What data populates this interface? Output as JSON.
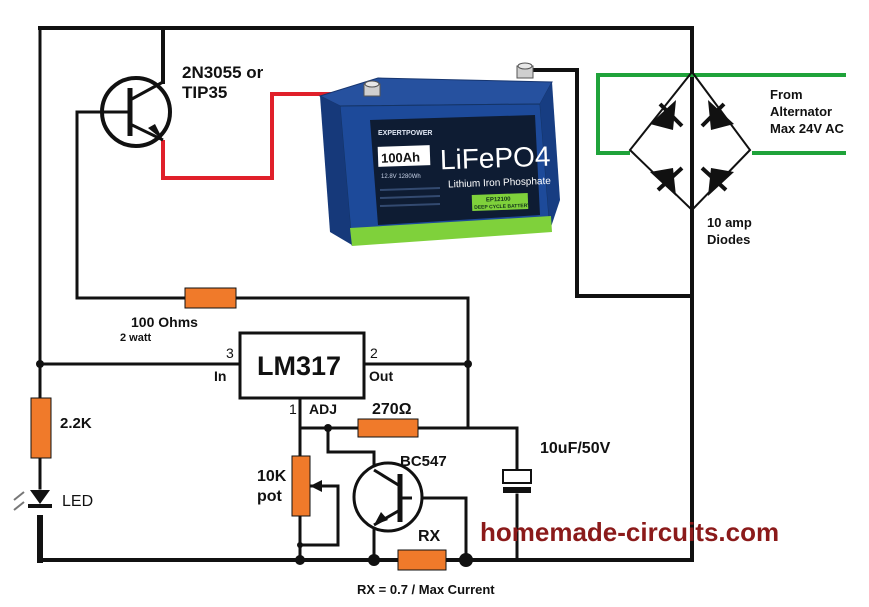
{
  "colors": {
    "wire": "#111111",
    "positive_wire": "#e0202a",
    "ac_wire": "#1fa33a",
    "resistor": "#f07a2a",
    "battery_body": "#1f4a9c",
    "battery_band": "#7fd13b",
    "watermark": "#8b1a1a"
  },
  "labels": {
    "transistor_main": [
      "2N3055 or",
      "TIP35"
    ],
    "alternator": [
      "From",
      "Alternator",
      "Max 24V AC"
    ],
    "diodes": [
      "10 amp",
      "Diodes"
    ],
    "res_100": "100 Ohms",
    "res_100_power": "2 watt",
    "regulator": "LM317",
    "pin_in_num": "3",
    "pin_in": "In",
    "pin_out_num": "2",
    "pin_out": "Out",
    "pin_adj_num": "1",
    "pin_adj": "ADJ",
    "res_270": "270Ω",
    "bc547": "BC547",
    "capacitor": "10uF/50V",
    "res_2k2": "2.2K",
    "led": "LED",
    "pot": [
      "10K",
      "pot"
    ],
    "rx": "RX",
    "formula": "RX = 0.7 / Max Current",
    "watermark": "homemade-circuits.com"
  },
  "battery": {
    "brand": "EXPERTPOWER",
    "capacity": "100Ah",
    "spec": "12.8V 1280Wh",
    "chemistry": "LiFePO4",
    "subtitle": "Lithium Iron Phosphate",
    "model": "EP12100",
    "type": "DEEP CYCLE BATTERY"
  }
}
